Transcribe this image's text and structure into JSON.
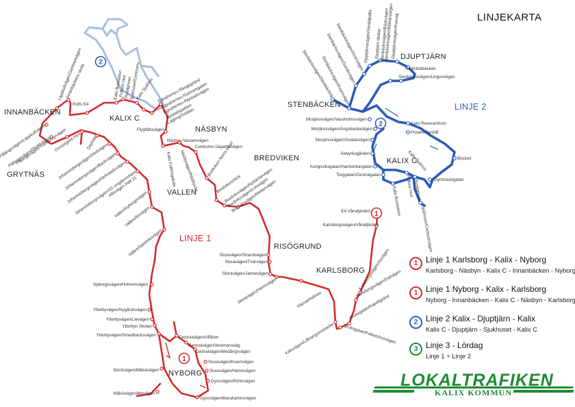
{
  "title": "LINJEKARTA",
  "colors": {
    "linje1": "#d42a2a",
    "linje2": "#2a5cb8",
    "linje2_faded": "#a8bde0",
    "linje3": "#1f8a35"
  },
  "route_labels": {
    "linje1": "LINJE 1",
    "linje2": "LINJE 2"
  },
  "badges": {
    "one": "1",
    "two": "2",
    "three": "3"
  },
  "areas_left": [
    "INNANBÄCKEN",
    "KALIX C",
    "NÄSBYN",
    "GRYTNÄS",
    "BREDVIKEN",
    "VALLEN",
    "RISÖGRUND",
    "KARLSBORG",
    "NYBORG"
  ],
  "areas_right": [
    "DJUPTJÄRN",
    "STENBÄCKEN",
    "KALIX C"
  ],
  "stops_linje1": [
    "Innanbäckens skola",
    "Lappkullvägen/Gammelvägen",
    "Rolfs E4",
    "Pålängevägen/Lappkullvägen",
    "Pålängevägen/Skoldvägen",
    "Pålängevägen/Trangsmyrvägen",
    "Omsorgens Hus",
    "Grytnäs",
    "Johannisbergsvägen/Hedvägen",
    "Johannisbergsvägen/Backvägen",
    "Johannisbergsvägen/Verkstadsvägen",
    "Johannisbergsvägen/SS Ungdomshem",
    "Allévägen Häll 21",
    "Kalix Busstation",
    "Folkets Hus",
    "Rysägnvan",
    "Sjukhuset/Centrumv",
    "Kalix Sjukhus",
    "Egnahemsv./Skogsgränd",
    "Egnahemsv./Garvaregatan",
    "Egnahemsv./Nystadsvägen",
    "Nystadsparken",
    "Lägeng/Soldatv",
    "Flygfältsvägen",
    "Näsbyv./Vassenvägen",
    "Centrumv./Jägarbovägen",
    "Näsbyvägen/Näsbyväg",
    "Kalix Folkhögskola",
    "Bredviken Norra Infart",
    "Bredviken/AVS",
    "Bredviksvägen/Nybackavägen",
    "Bredviksvägen/Lotsvägen",
    "Bredviksvägen/Mellanvägen",
    "Vallen/Nyborgsvägen",
    "Vallen/Älvvägen",
    "Vallen/Sandviksvägen",
    "Storavägen/Strandvägen",
    "Storavägen/Tvärvägen",
    "Storavägen/Jannevägen",
    "Storavägen/Hamnvägen",
    "Vikmanholmen",
    "Kalixvägen/Lillnorrgrensbacke",
    "E4 Vånafjärden",
    "Karlsborgsvägen/Vånafjärden",
    "Karlsborgsvägen/Asvägen",
    "Karlsborgsvägen/Dalvägen",
    "Bruksgatan/Kapellgränd",
    "Bruksgatan/Folketshusvägen",
    "Nyborgsvägen/Holmenvägen",
    "Ytterbyvägen/Nygårdsvägen",
    "Ytterbyvägen/Lievägen",
    "Ytterbyn Skolan",
    "Ytterbyvägen/Smedbacksvägen",
    "Centralvägen/Affären",
    "Centralvägen/Vestmansväg",
    "Centralvägen/Medångsvägen",
    "Slussvägen/Kvarnvägen",
    "Slussvägen/Hamnvägen",
    "Gyssvägen/Rönnvägen",
    "Gyssvägen/Marahamnsvägen",
    "Storövägen/Målsövägen",
    "Målsövägen/Movägen"
  ],
  "stops_linje2": [
    "Stenbäcksvägen/Stenbäcksg",
    "Stenbäcksvägen/Kvarnvägen",
    "Stenbäcksvägen/Sundsvägen",
    "Stenbäcksvägen/Granvägen",
    "Djuptjärnsvägen/Vanådpallis",
    "Djuptjärn skolan",
    "Djuptjärnsvägen/Konvalj",
    "Stenbäcksvägen/Bäckvägen",
    "Stenbäcksvägen/Blåbärsstigen",
    "Rudträskbäcken",
    "Stenbäcksvägen/Lingonstigen",
    "Morjärvsvägen/Vassholmsvägen",
    "Morjärvsvägen/Ängsbackastigen",
    "Morjärvsvägen/Älvdalsvägen",
    "Älvkyrkogården",
    "Kungsviksgatan/Hantverkargatan",
    "Torggatan/Centralgatan",
    "Kalix Resecentrum",
    "Posten/PartAB",
    "Blocket",
    "Gymnasiegatan",
    "Kalix Sjukhus",
    "Rysägnvan",
    "Folkets Hus",
    "Kalix Busstation",
    "Sjukhuset/Centrumvägen"
  ],
  "legend": [
    {
      "badge": "1",
      "title": "Linje 1 Karlsborg - Kalix - Nyborg",
      "desc": "Karlsborg - Näsbyn - Kalix C - Innanbäcken - Nyborg"
    },
    {
      "badge": "1",
      "title": "Linje 1 Nyborg - Kalix - Karlsborg",
      "desc": "Nyborg - Innanbäcken - Kalix C - Näsbyn - Karlsborg"
    },
    {
      "badge": "2",
      "title": "Linje 2 Kalix - Djuptjärn - Kalix",
      "desc": "Kalix C - Djuptjärn - Sjukhuset - Kalix C"
    },
    {
      "badge": "3",
      "title": "Linje 3 - Lördag",
      "desc": "Linje 1 + Linje 2"
    }
  ],
  "logo": {
    "name": "LOKALTRAFIKEN",
    "sub": "KALIX KOMMUN"
  }
}
